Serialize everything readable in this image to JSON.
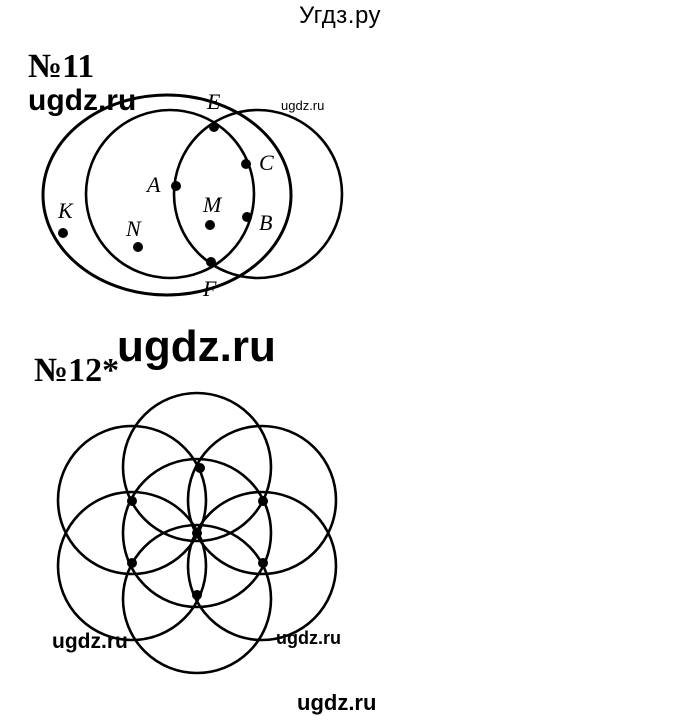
{
  "header": {
    "site_title": "Угдз.ру"
  },
  "tasks": [
    {
      "number": "№11",
      "figure": {
        "description": "Two intersecting circles with labeled points",
        "points": [
          "E",
          "C",
          "A",
          "M",
          "B",
          "K",
          "N",
          "F"
        ]
      }
    },
    {
      "number": "№12*",
      "figure": {
        "description": "Seven overlapping circles forming a flower pattern with 7 marked points"
      }
    }
  ],
  "labels": {
    "E": "E",
    "C": "C",
    "A": "A",
    "M": "M",
    "B": "B",
    "K": "K",
    "N": "N",
    "F": "F"
  },
  "watermarks": {
    "w1": "ugdz.ru",
    "w2": "ugdz.ru",
    "w3": "ugdz.ru",
    "w4": "ugdz.ru",
    "w5": "ugdz.ru",
    "w6": "ugdz.ru"
  }
}
